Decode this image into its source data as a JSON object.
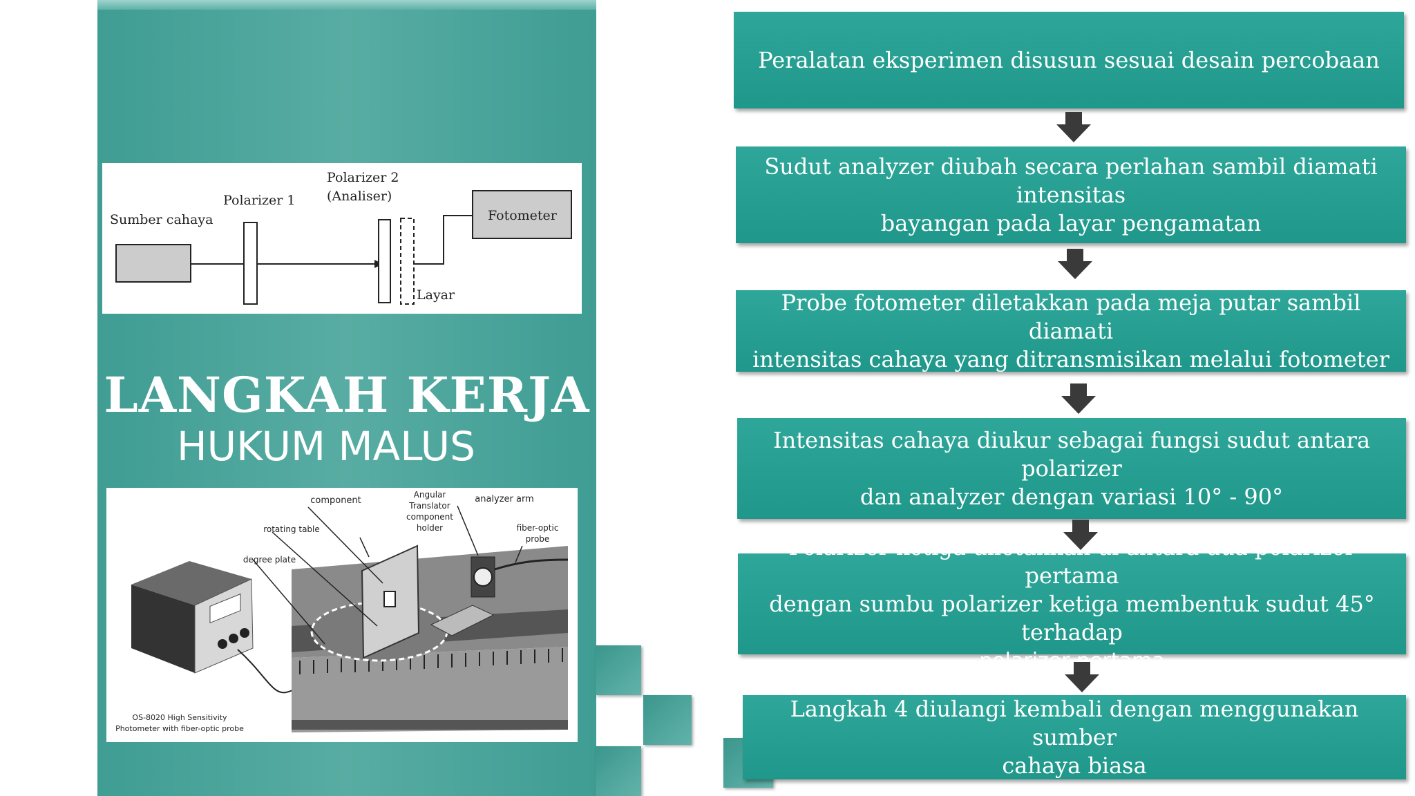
{
  "title": "LANGKAH KERJA",
  "subtitle": "HUKUM MALUS",
  "diagram1": {
    "source_label": "Sumber cahaya",
    "polarizer1_label": "Polarizer 1",
    "polarizer2_label_line1": "Polarizer 2",
    "polarizer2_label_line2": "(Analiser)",
    "photometer_label": "Fotometer",
    "screen_label": "Layar"
  },
  "diagram2": {
    "component": "component",
    "angular_line1": "Angular",
    "angular_line2": "Translator",
    "angular_line3": "component",
    "angular_line4": "holder",
    "analyzer_arm": "analyzer arm",
    "rotating_table": "rotating table",
    "fiber_line1": "fiber-optic",
    "fiber_line2": "probe",
    "degree_plate": "degree plate",
    "caption_line1": "OS-8020 High Sensitivity",
    "caption_line2": "Photometer with fiber-optic probe"
  },
  "steps": [
    {
      "line1": "Peralatan eksperimen disusun sesuai desain percobaan"
    },
    {
      "line1": "Sudut analyzer diubah secara perlahan sambil diamati intensitas",
      "line2": "bayangan pada layar pengamatan"
    },
    {
      "line1": "Probe fotometer  diletakkan pada meja putar sambil diamati",
      "line2": "intensitas cahaya yang ditransmisikan melalui fotometer"
    },
    {
      "line1": "Intensitas cahaya diukur sebagai fungsi sudut antara polarizer",
      "line2": "dan analyzer dengan variasi 10° - 90°"
    },
    {
      "line1": "Polarizer ketiga diletakkan di antara dua polarizer pertama",
      "line2": "dengan sumbu polarizer ketiga membentuk sudut 45° terhadap",
      "line3": "polarizer pertama"
    },
    {
      "line1": "Langkah 4 diulangi kembali dengan menggunakan sumber",
      "line2": "cahaya biasa"
    }
  ],
  "colors": {
    "panel": "#4fa79e",
    "step_box": "#26a092",
    "arrow": "#3a3a3a"
  }
}
